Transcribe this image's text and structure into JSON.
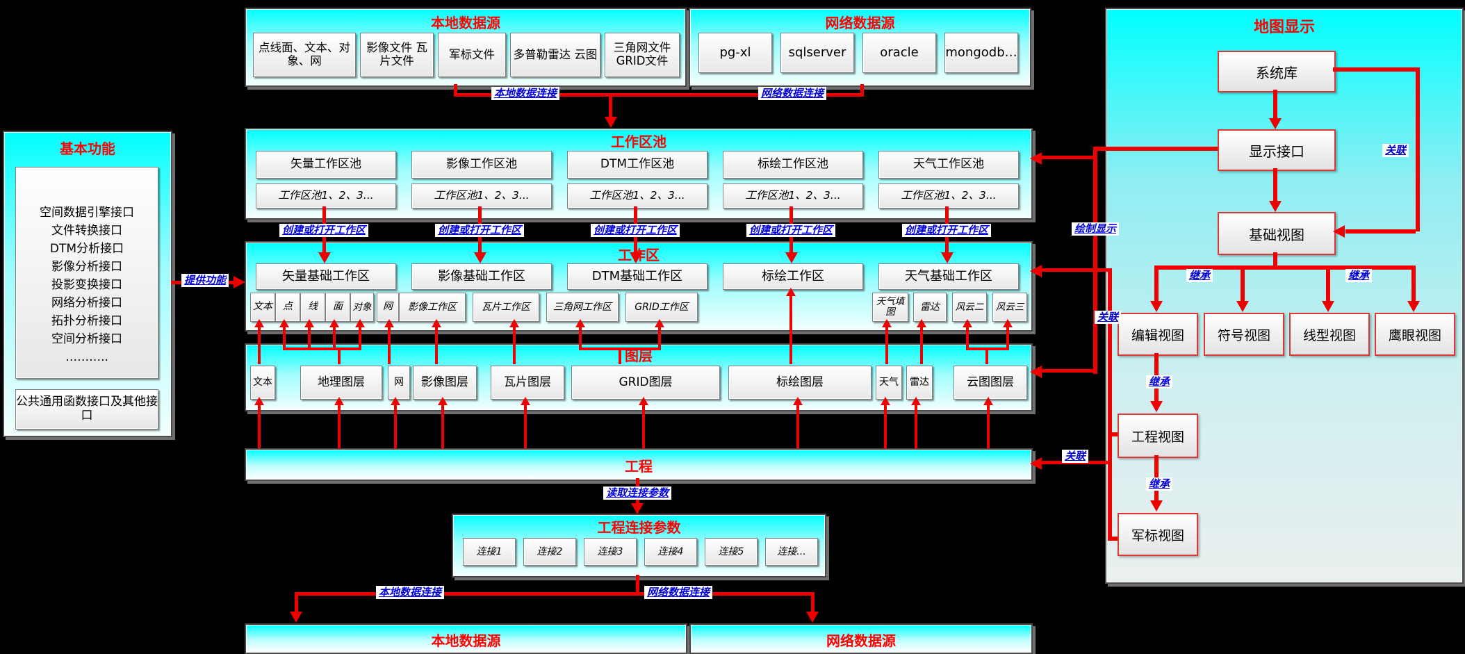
{
  "basic_functions": {
    "title": "基本功能",
    "interfaces": [
      "空间数据引擎接口",
      "文件转换接口",
      "DTM分析接口",
      "影像分析接口",
      "投影变换接口",
      "网络分析接口",
      "拓扑分析接口",
      "空间分析接口",
      "……….."
    ],
    "common": "公共通用函数接口及其他接口"
  },
  "local_source_top": {
    "title": "本地数据源",
    "items": [
      "点线面、文本、对象、网",
      "影像文件 瓦片文件",
      "军标文件",
      "多普勒雷达 云图",
      "三角网文件 GRID文件"
    ]
  },
  "network_source_top": {
    "title": "网络数据源",
    "items": [
      "pg-xl",
      "sqlserver",
      "oracle",
      "mongodb…"
    ]
  },
  "workspace_pool": {
    "title": "工作区池",
    "pools": [
      "矢量工作区池",
      "影像工作区池",
      "DTM工作区池",
      "标绘工作区池",
      "天气工作区池"
    ],
    "instances_label": "工作区池1、2、3..."
  },
  "workspace": {
    "title": "工作区",
    "main": [
      "矢量基础工作区",
      "影像基础工作区",
      "DTM基础工作区",
      "标绘工作区",
      "天气基础工作区"
    ],
    "sub_left": [
      "文本",
      "点",
      "线",
      "面",
      "对象",
      "网",
      "影像工作区",
      "瓦片工作区",
      "三角网工作区",
      "GRID工作区"
    ],
    "sub_right": [
      "天气填图",
      "雷达",
      "风云二",
      "风云三"
    ]
  },
  "layers": {
    "title": "图层",
    "items": [
      "文本",
      "地理图层",
      "网",
      "影像图层",
      "瓦片图层",
      "GRID图层",
      "标绘图层",
      "天气",
      "雷达",
      "云图图层"
    ]
  },
  "project": {
    "title": "工程"
  },
  "project_params": {
    "title": "工程连接参数",
    "connections": [
      "连接1",
      "连接2",
      "连接3",
      "连接4",
      "连接5",
      "连接..."
    ]
  },
  "local_source_bottom": {
    "title": "本地数据源"
  },
  "network_source_bottom": {
    "title": "网络数据源"
  },
  "map_display": {
    "title": "地图显示",
    "system_lib": "系统库",
    "display_interface": "显示接口",
    "base_view": "基础视图",
    "views": [
      "编辑视图",
      "符号视图",
      "线型视图",
      "鹰眼视图"
    ],
    "project_view": "工程视图",
    "military_view": "军标视图"
  },
  "labels": {
    "local_conn": "本地数据连接",
    "network_conn": "网络数据连接",
    "create_open": "创建或打开工作区",
    "provide": "提供功能",
    "read_params": "读取连接参数",
    "draw_display": "绘制显示",
    "associate": "关联",
    "inherit": "继承"
  },
  "colors": {
    "line_red": "#ee0000",
    "label_blue": "#0000dd",
    "title_red": "#ff0000",
    "section_cyan": "#00ffff"
  }
}
